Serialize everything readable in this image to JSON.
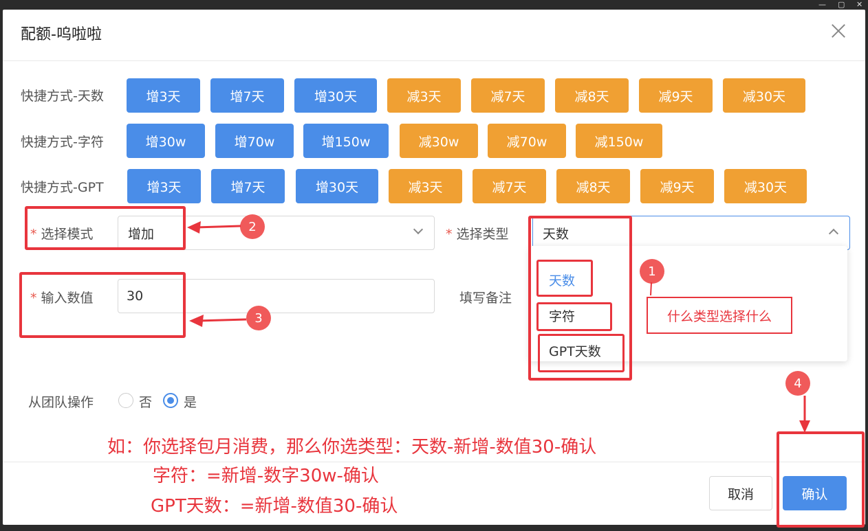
{
  "dialog": {
    "title": "配额-呜啦啦"
  },
  "quick_rows": [
    {
      "label": "快捷方式-天数",
      "buttons": [
        {
          "text": "增3天",
          "kind": "increase"
        },
        {
          "text": "增7天",
          "kind": "increase"
        },
        {
          "text": "增30天",
          "kind": "increase"
        },
        {
          "text": "减3天",
          "kind": "decrease"
        },
        {
          "text": "减7天",
          "kind": "decrease"
        },
        {
          "text": "减8天",
          "kind": "decrease"
        },
        {
          "text": "减9天",
          "kind": "decrease"
        },
        {
          "text": "减30天",
          "kind": "decrease"
        }
      ]
    },
    {
      "label": "快捷方式-字符",
      "buttons": [
        {
          "text": "增30w",
          "kind": "increase"
        },
        {
          "text": "增70w",
          "kind": "increase"
        },
        {
          "text": "增150w",
          "kind": "increase"
        },
        {
          "text": "减30w",
          "kind": "decrease"
        },
        {
          "text": "减70w",
          "kind": "decrease"
        },
        {
          "text": "减150w",
          "kind": "decrease"
        }
      ]
    },
    {
      "label": "快捷方式-GPT",
      "buttons": [
        {
          "text": "增3天",
          "kind": "increase"
        },
        {
          "text": "增7天",
          "kind": "increase"
        },
        {
          "text": "增30天",
          "kind": "increase"
        },
        {
          "text": "减3天",
          "kind": "decrease"
        },
        {
          "text": "减7天",
          "kind": "decrease"
        },
        {
          "text": "减8天",
          "kind": "decrease"
        },
        {
          "text": "减9天",
          "kind": "decrease"
        },
        {
          "text": "减30天",
          "kind": "decrease"
        }
      ]
    }
  ],
  "form": {
    "required_mark": "*",
    "mode_label": "选择模式",
    "mode_value": "增加",
    "type_label": "选择类型",
    "type_value": "天数",
    "type_options": [
      "天数",
      "字符",
      "GPT天数"
    ],
    "type_selected_index": 0,
    "amount_label": "输入数值",
    "amount_value": "30",
    "remark_label": "填写备注",
    "team_label": "从团队操作",
    "team_options": [
      "否",
      "是"
    ],
    "team_selected_index": 1
  },
  "footer": {
    "cancel_label": "取消",
    "confirm_label": "确认"
  },
  "annotations": {
    "badges": [
      "1",
      "2",
      "3",
      "4"
    ],
    "note": "什么类型选择什么",
    "lines": [
      "如：你选择包月消费，那么你选类型：天数-新增-数值30-确认",
      "字符：=新增-数字30w-确认",
      "GPT天数：=新增-数值30-确认"
    ]
  },
  "colors": {
    "primary": "#4a8de8",
    "warning": "#f0a033",
    "annotation": "#e8353d"
  }
}
